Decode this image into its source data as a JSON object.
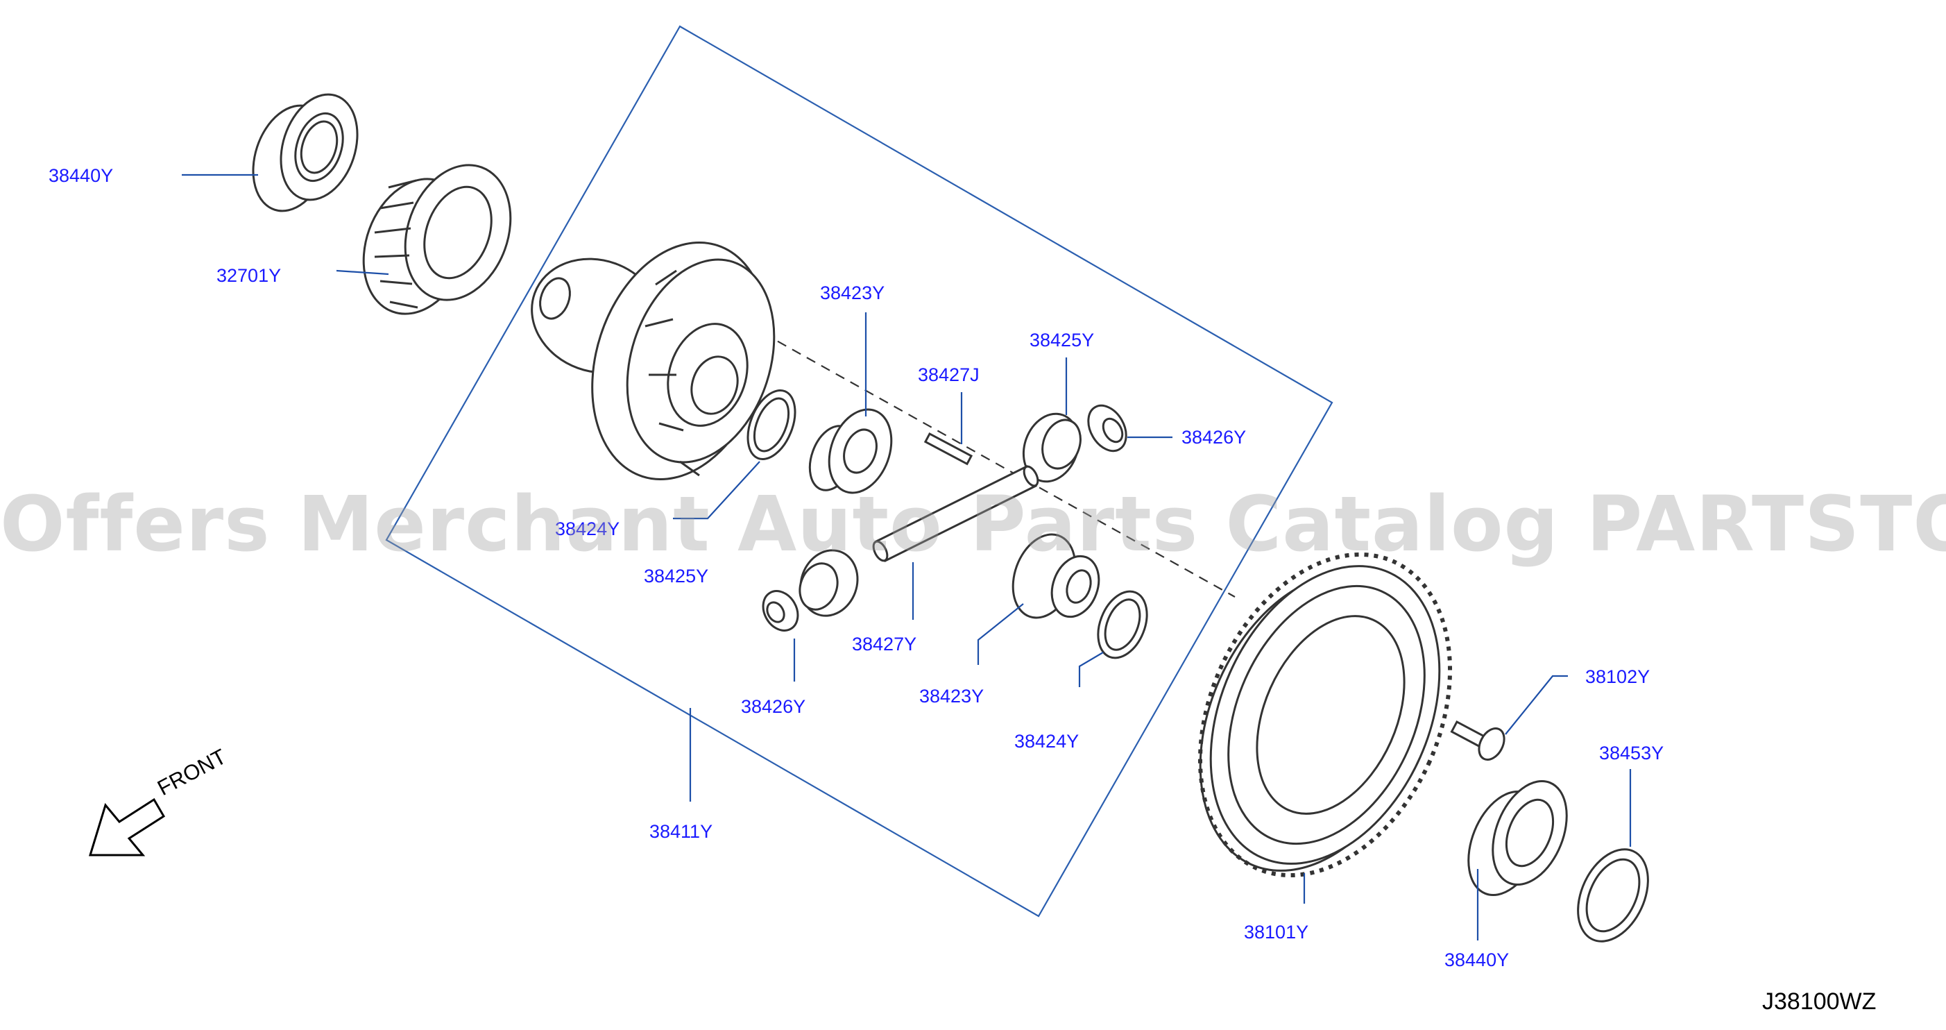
{
  "colors": {
    "label": "#1a1aff",
    "leader": "#1d4fa8",
    "outline": "#333333",
    "frame": "#2b5fb0"
  },
  "watermark": "Offers Merchant Auto Parts Catalog PARTSTORE.SA",
  "front_label": "FRONT",
  "diagram_code": "J38100WZ",
  "parts": [
    {
      "id": "bearing-left",
      "label": "38440Y"
    },
    {
      "id": "speedo-gear",
      "label": "32701Y"
    },
    {
      "id": "side-gear-top",
      "label": "38423Y"
    },
    {
      "id": "shaft-pin",
      "label": "38427J"
    },
    {
      "id": "pinion-top",
      "label": "38425Y"
    },
    {
      "id": "washer-top",
      "label": "38426Y"
    },
    {
      "id": "side-washer-left",
      "label": "38424Y"
    },
    {
      "id": "pinion-left",
      "label": "38425Y"
    },
    {
      "id": "pinion-shaft",
      "label": "38427Y"
    },
    {
      "id": "washer-left",
      "label": "38426Y"
    },
    {
      "id": "side-gear-bottom",
      "label": "38423Y"
    },
    {
      "id": "side-washer-right",
      "label": "38424Y"
    },
    {
      "id": "diff-case-assy",
      "label": "38411Y"
    },
    {
      "id": "bolt",
      "label": "38102Y"
    },
    {
      "id": "shim",
      "label": "38453Y"
    },
    {
      "id": "ring-gear",
      "label": "38101Y"
    },
    {
      "id": "bearing-right",
      "label": "38440Y"
    }
  ]
}
